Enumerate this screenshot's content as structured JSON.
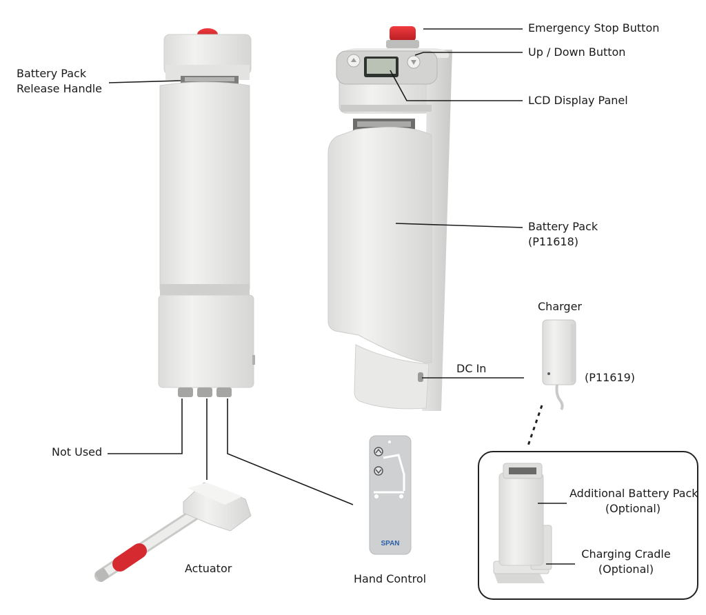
{
  "labels": {
    "emergency_stop": "Emergency Stop Button",
    "up_down": "Up / Down Button",
    "lcd_panel": "LCD Display Panel",
    "release_handle_1": "Battery Pack",
    "release_handle_2": "Release Handle",
    "battery_pack_1": "Battery Pack",
    "battery_pack_2": "(P11618)",
    "charger": "Charger",
    "charger_part": "(P11619)",
    "dc_in": "DC In",
    "not_used": "Not Used",
    "actuator": "Actuator",
    "hand_control": "Hand Control",
    "additional_pack_1": "Additional Battery Pack",
    "additional_pack_2": "(Optional)",
    "cradle_1": "Charging Cradle",
    "cradle_2": "(Optional)",
    "brand": "SPAN"
  },
  "colors": {
    "stop_red": "#d8252b",
    "housing": "#ebebea",
    "housing_shade": "#d9d9d8",
    "lcd": "#b9c2b4",
    "remote": "#cfd0d2",
    "brand_blue": "#2a5fa8"
  }
}
